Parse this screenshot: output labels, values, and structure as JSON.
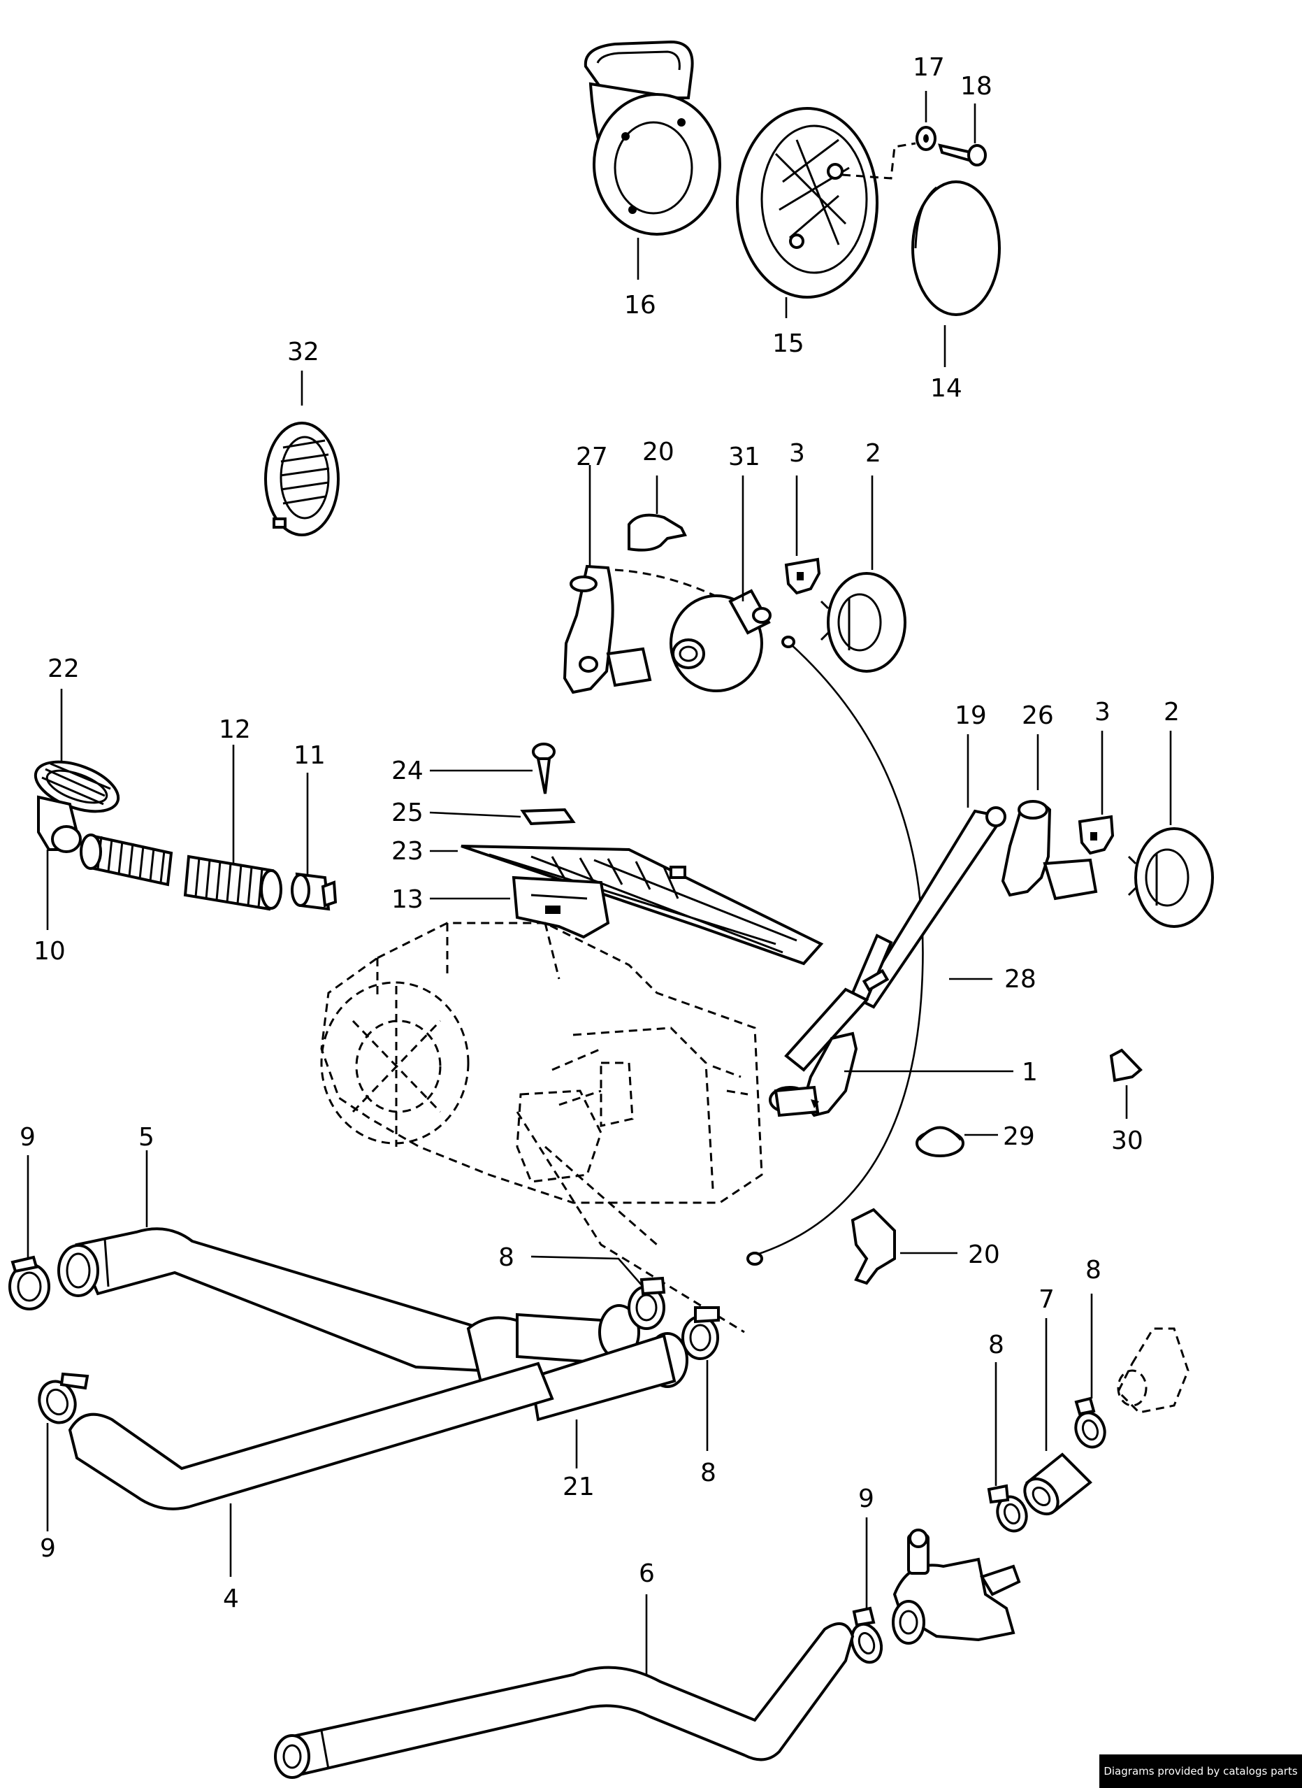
{
  "diagram": {
    "labels": [
      {
        "id": "l17",
        "text": "17"
      },
      {
        "id": "l18",
        "text": "18"
      },
      {
        "id": "l16",
        "text": "16"
      },
      {
        "id": "l15",
        "text": "15"
      },
      {
        "id": "l14",
        "text": "14"
      },
      {
        "id": "l32",
        "text": "32"
      },
      {
        "id": "l27",
        "text": "27"
      },
      {
        "id": "l20a",
        "text": "20"
      },
      {
        "id": "l31",
        "text": "31"
      },
      {
        "id": "l3a",
        "text": "3"
      },
      {
        "id": "l2a",
        "text": "2"
      },
      {
        "id": "l22",
        "text": "22"
      },
      {
        "id": "l12",
        "text": "12"
      },
      {
        "id": "l11",
        "text": "11"
      },
      {
        "id": "l10",
        "text": "10"
      },
      {
        "id": "l24",
        "text": "24"
      },
      {
        "id": "l25",
        "text": "25"
      },
      {
        "id": "l23",
        "text": "23"
      },
      {
        "id": "l13",
        "text": "13"
      },
      {
        "id": "l19",
        "text": "19"
      },
      {
        "id": "l26",
        "text": "26"
      },
      {
        "id": "l3b",
        "text": "3"
      },
      {
        "id": "l2b",
        "text": "2"
      },
      {
        "id": "l28",
        "text": "28"
      },
      {
        "id": "l1",
        "text": "1"
      },
      {
        "id": "l30",
        "text": "30"
      },
      {
        "id": "l29",
        "text": "29"
      },
      {
        "id": "l9a",
        "text": "9"
      },
      {
        "id": "l5",
        "text": "5"
      },
      {
        "id": "l8a",
        "text": "8"
      },
      {
        "id": "l20b",
        "text": "20"
      },
      {
        "id": "l8b",
        "text": "8"
      },
      {
        "id": "l7",
        "text": "7"
      },
      {
        "id": "l8c",
        "text": "8"
      },
      {
        "id": "l21",
        "text": "21"
      },
      {
        "id": "l8d",
        "text": "8"
      },
      {
        "id": "l9b",
        "text": "9"
      },
      {
        "id": "l4",
        "text": "4"
      },
      {
        "id": "l9c",
        "text": "9"
      },
      {
        "id": "l6",
        "text": "6"
      }
    ]
  },
  "credit": "Diagrams provided by catalogs parts"
}
